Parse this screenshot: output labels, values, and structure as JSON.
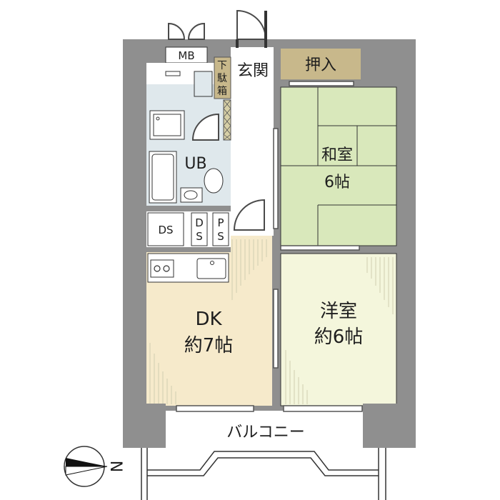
{
  "rooms": {
    "entrance": "玄関",
    "shoe_box": [
      "下",
      "駄",
      "箱"
    ],
    "oshiire": "押入",
    "washitsu_name": "和室",
    "washitsu_size": "6帖",
    "ub": "UB",
    "mb": "MB",
    "ds_large": "DS",
    "ds_small": [
      "D",
      "S"
    ],
    "ps_small": [
      "P",
      "S"
    ],
    "dk_name": "DK",
    "dk_size": "約7帖",
    "youshitsu_name": "洋室",
    "youshitsu_size": "約6帖",
    "balcony": "バルコニー"
  },
  "compass": {
    "label": "N"
  },
  "colors": {
    "wall": "#8f8f8f",
    "washitsu": "#d9e8bb",
    "oshiire": "#c8b88b",
    "dk_floor": "#f6eacb",
    "youshitsu_floor": "#f4f6dc",
    "wet_area": "#dfe8ec",
    "corridor": "#ffffff"
  }
}
